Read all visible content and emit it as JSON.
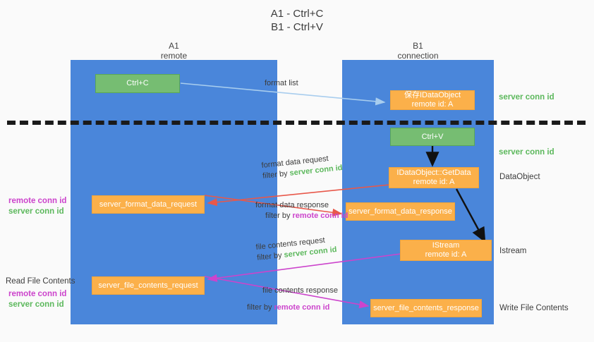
{
  "title": {
    "line1": "A1 - Ctrl+C",
    "line2": "B1 - Ctrl+V"
  },
  "lanes": [
    {
      "name": "A1",
      "role": "remote"
    },
    {
      "name": "B1",
      "role": "connection"
    }
  ],
  "colors": {
    "lane_blue": "#4a86da",
    "node_green": "#76bd72",
    "node_orange": "#fbb04a",
    "server_conn_id": "#5cb85c",
    "remote_conn_id": "#cc44cc",
    "divider": "#1a1a1a",
    "arrow_blue": "#a8cdee",
    "arrow_red": "#e8584a",
    "arrow_magenta": "#cc44cc",
    "arrow_black": "#111111",
    "background": "#fafafa"
  },
  "nodes": {
    "ctrl_c": {
      "label": "Ctrl+C",
      "sub": ""
    },
    "save_idataobject": {
      "label": "保存IDataObject",
      "sub": "remote id: A"
    },
    "ctrl_v": {
      "label": "Ctrl+V",
      "sub": ""
    },
    "getdata": {
      "label": "IDataObject::GetData",
      "sub": "remote id: A"
    },
    "istream": {
      "label": "IStream",
      "sub": "remote id: A"
    },
    "server_format_data_request": {
      "label": "server_format_data_request"
    },
    "server_format_data_response": {
      "label": "server_format_data_response"
    },
    "server_file_contents_request": {
      "label": "server_file_contents_request"
    },
    "server_file_contents_response": {
      "label": "server_file_contents_response"
    }
  },
  "edges": [
    {
      "id": "format-list",
      "caption": "format list",
      "filter_prefix": "",
      "filter_value": ""
    },
    {
      "id": "format-data-request",
      "caption": "format data request",
      "filter_prefix": "filter by",
      "filter_value": "server conn id",
      "filter_color": "green"
    },
    {
      "id": "format-data-response",
      "caption": "format data response",
      "filter_prefix": "filter by",
      "filter_value": "remote conn id",
      "filter_color": "purple"
    },
    {
      "id": "file-contents-request",
      "caption": "file contents request",
      "filter_prefix": "filter by",
      "filter_value": "server conn id",
      "filter_color": "green"
    },
    {
      "id": "file-contents-response",
      "caption": "file contents response",
      "filter_prefix": "filter by",
      "filter_value": "remote conn id",
      "filter_color": "purple"
    }
  ],
  "right_labels": [
    {
      "id": "server-conn-id-top",
      "text": "server conn id",
      "color": "green"
    },
    {
      "id": "server-conn-id-mid",
      "text": "server conn id",
      "color": "green"
    },
    {
      "id": "dataobject",
      "text": "DataObject",
      "color": "plain"
    },
    {
      "id": "istream",
      "text": "Istream",
      "color": "plain"
    },
    {
      "id": "write-file-contents",
      "text": "Write File Contents",
      "color": "plain"
    }
  ],
  "left_labels": {
    "group1": [
      {
        "text": "remote conn id",
        "color": "purple"
      },
      {
        "text": "server conn id",
        "color": "green"
      }
    ],
    "read_file_contents": "Read File Contents",
    "group2": [
      {
        "text": "remote conn id",
        "color": "purple"
      },
      {
        "text": "server conn id",
        "color": "green"
      }
    ]
  }
}
